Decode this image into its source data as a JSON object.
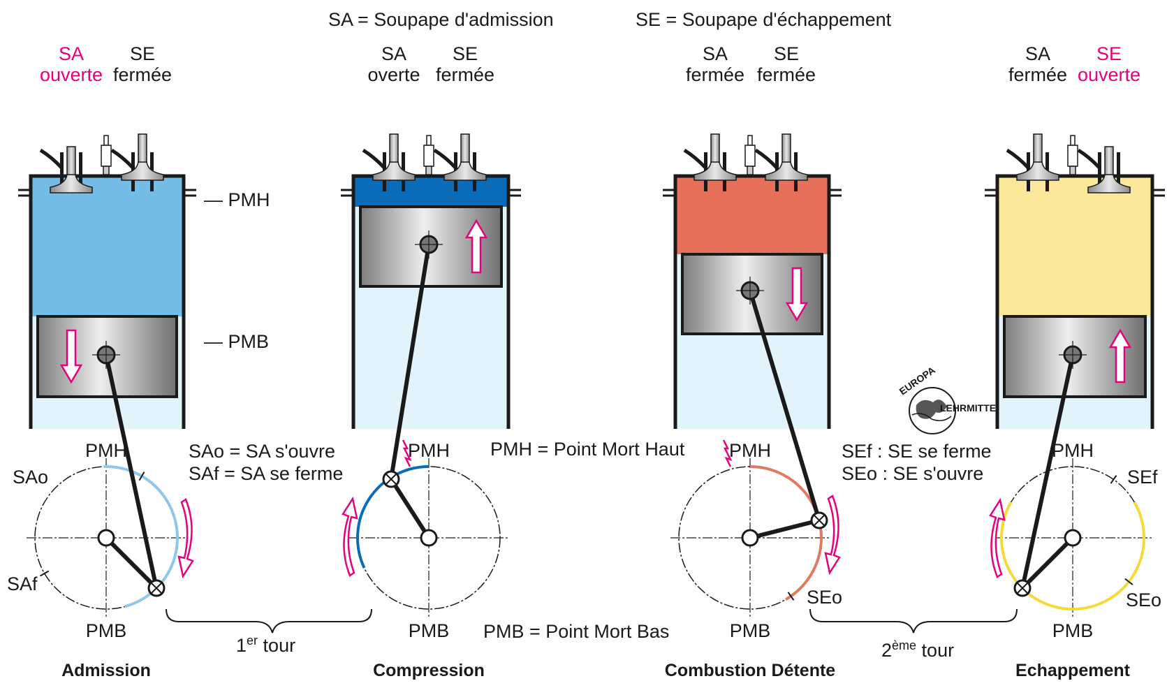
{
  "legend": {
    "sa_def": "SA = Soupape d'admission",
    "se_def": "SE = Soupape d'échappement",
    "pmh_def": "PMH = Point Mort Haut",
    "pmb_def": "PMB = Point Mort Bas",
    "sao_def": "SAo = SA s'ouvre",
    "saf_def": "SAf = SA se ferme",
    "sef_def": "SEf : SE se ferme",
    "seo_def": "SEo : SE s'ouvre"
  },
  "side_labels": {
    "pmh": "— PMH",
    "pmb": "— PMB"
  },
  "tours": {
    "first_num": "1",
    "first_sup": "er",
    "first_word": " tour",
    "second_num": "2",
    "second_sup": "ème",
    "second_word": " tour"
  },
  "logo": {
    "top": "EUROPA",
    "side": "LEHRMITTEL"
  },
  "stages": [
    {
      "title": "Admission",
      "valve_left": "SA",
      "valve_left_state": "ouverte",
      "valve_right": "SE",
      "valve_right_state": "fermée",
      "left_open": true,
      "right_open": false,
      "gas_color": "#74bde9",
      "arc_color": "#8fc7ea",
      "piston_direction": "down",
      "pmh": "PMH",
      "pmb": "PMB",
      "mark_top": "SAo",
      "mark_bottom": "SAf"
    },
    {
      "title": "Compression",
      "valve_left": "SA",
      "valve_left_state": "overte",
      "valve_right": "SE",
      "valve_right_state": "fermée",
      "left_open": false,
      "right_open": false,
      "gas_color": "#0a6cb8",
      "arc_color": "#0a6cb8",
      "piston_direction": "up",
      "pmh": "PMH",
      "pmb": "PMB"
    },
    {
      "title": "Combustion Détente",
      "valve_left": "SA",
      "valve_left_state": "fermée",
      "valve_right": "SE",
      "valve_right_state": "fermée",
      "left_open": false,
      "right_open": false,
      "gas_color": "#e6705a",
      "arc_color": "#e07a62",
      "piston_direction": "down",
      "pmh": "PMH",
      "pmb": "PMB",
      "mark_bottom": "SEo"
    },
    {
      "title": "Echappement",
      "valve_left": "SA",
      "valve_left_state": "fermée",
      "valve_right": "SE",
      "valve_right_state": "ouverte",
      "left_open": false,
      "right_open": true,
      "gas_color": "#fce89a",
      "arc_color": "#f6d93a",
      "piston_direction": "up",
      "pmh": "PMH",
      "pmb": "PMB",
      "mark_top": "SEf",
      "mark_bottom": "SEo"
    }
  ],
  "colors": {
    "accent": "#e6007e",
    "cylinder_empty": "#e3f3fb",
    "outline": "#1a1a1a"
  }
}
